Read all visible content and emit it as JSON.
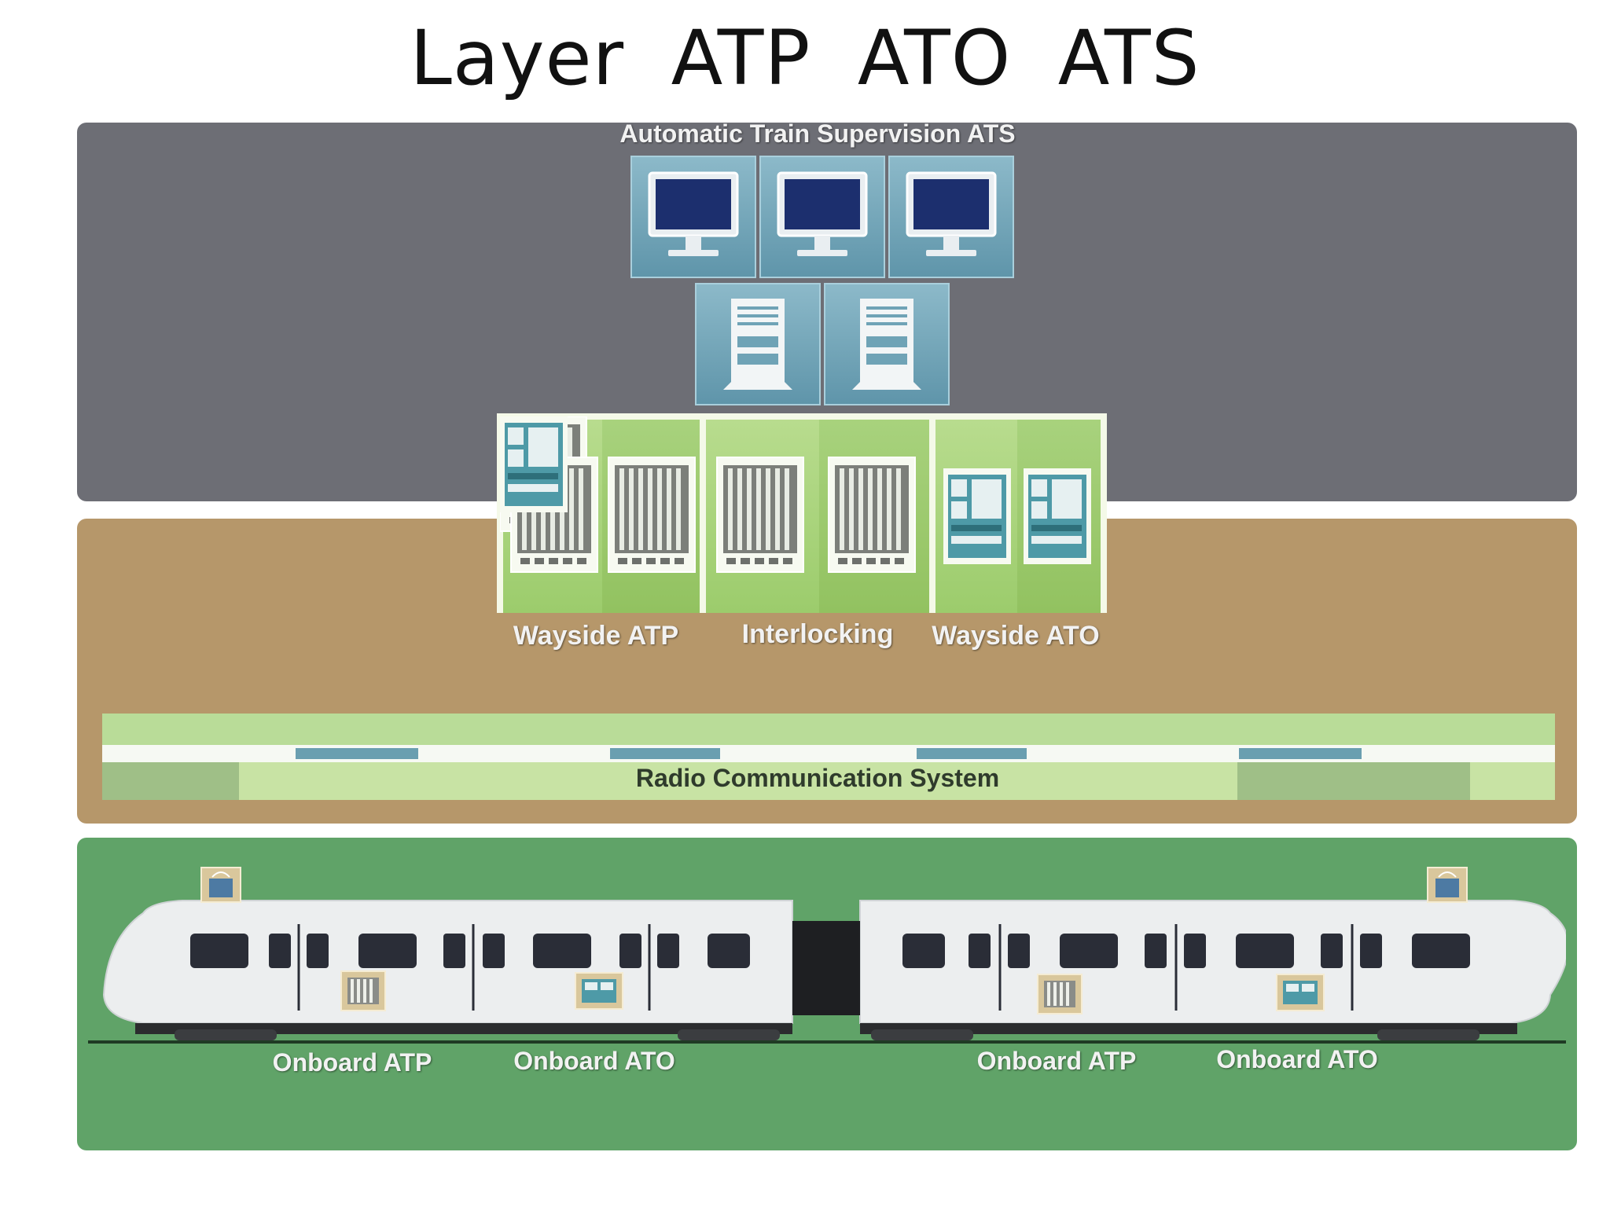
{
  "title": "Layer  ATP  ATO  ATS",
  "layers": {
    "ats": {
      "label": "Automatic Train Supervision ATS"
    },
    "wayside": {
      "labels": [
        "Wayside ATP",
        "Interlocking",
        "Wayside ATO"
      ]
    },
    "radio": {
      "label": "Radio Communication System"
    },
    "train": {
      "onboard_labels": [
        "Onboard ATP",
        "Onboard ATO",
        "Onboard ATP",
        "Onboard ATO"
      ]
    }
  },
  "icons": {
    "workstation": "monitor-icon",
    "server": "server-icon",
    "rack": "equipment-rack-icon",
    "radio": "radio-antenna-icon"
  },
  "colors": {
    "ats_layer": "#6d6e75",
    "wayside_layer": "#b6976a",
    "train_layer": "#60a368",
    "tile_blue": "#6fa3b6",
    "rack_green": "#a8d27d"
  }
}
